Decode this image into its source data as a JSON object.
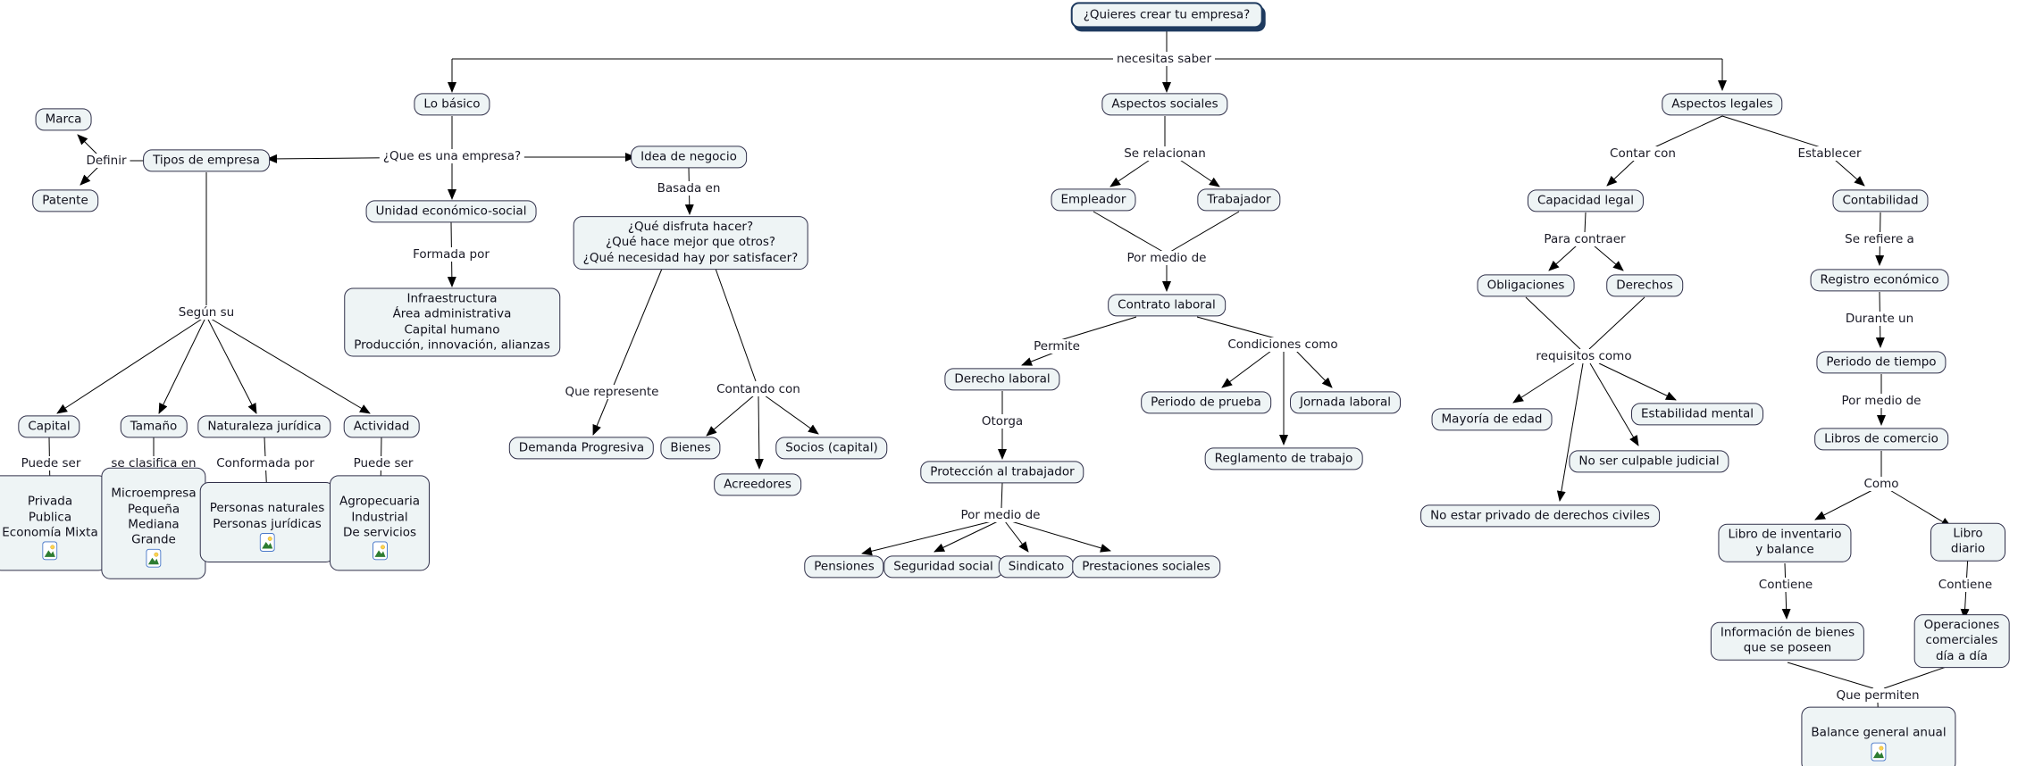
{
  "diagram": {
    "title": "¿Quieres crear tu empresa?",
    "nodes": {
      "lo_basico": "Lo básico",
      "marca": "Marca",
      "patente": "Patente",
      "tipos_empresa": "Tipos de empresa",
      "unidad_economico_social": "Unidad económico-social",
      "infraestructura": "Infraestructura\nÁrea administrativa\nCapital humano\nProducción, innovación, alianzas",
      "idea_negocio": "Idea de negocio",
      "preguntas": "¿Qué disfruta hacer?\n¿Qué hace mejor que otros?\n¿Qué necesidad hay por satisfacer?",
      "capital": "Capital",
      "tamano": "Tamaño",
      "naturaleza_juridica": "Naturaleza jurídica",
      "actividad": "Actividad",
      "capital_tipos": "Privada\nPublica\nEconomía Mixta",
      "tamano_tipos": "Microempresa\nPequeña\nMediana\nGrande",
      "personas_tipos": "Personas naturales\nPersonas jurídicas",
      "actividad_tipos": "Agropecuaria\nIndustrial\nDe servicios",
      "demanda_progresiva": "Demanda Progresiva",
      "bienes": "Bienes",
      "socios_capital": "Socios (capital)",
      "acreedores": "Acreedores",
      "aspectos_sociales": "Aspectos sociales",
      "empleador": "Empleador",
      "trabajador": "Trabajador",
      "contrato_laboral": "Contrato laboral",
      "derecho_laboral": "Derecho laboral",
      "periodo_prueba": "Periodo de prueba",
      "jornada_laboral": "Jornada laboral",
      "reglamento_trabajo": "Reglamento de trabajo",
      "proteccion_trabajador": "Protección al trabajador",
      "pensiones": "Pensiones",
      "seguridad_social": "Seguridad social",
      "sindicato": "Sindicato",
      "prestaciones_sociales": "Prestaciones sociales",
      "aspectos_legales": "Aspectos legales",
      "capacidad_legal": "Capacidad legal",
      "contabilidad": "Contabilidad",
      "obligaciones": "Obligaciones",
      "derechos": "Derechos",
      "registro_economico": "Registro económico",
      "periodo_tiempo": "Periodo de tiempo",
      "libros_comercio": "Libros de comercio",
      "mayoria_edad": "Mayoría de edad",
      "estabilidad_mental": "Estabilidad mental",
      "no_culpable_judicial": "No ser culpable judicial",
      "no_privado_derechos": "No estar privado de derechos civiles",
      "libro_inventario": "Libro de inventario\ny balance",
      "libro_diario": "Libro diario",
      "info_bienes": "Información de bienes\nque se poseen",
      "operaciones_comerciales": "Operaciones comerciales\ndía a día",
      "balance_general": "Balance general anual"
    },
    "links": {
      "necesitas_saber": "necesitas saber",
      "que_es_empresa": "¿Que es una empresa?",
      "definir": "Definir",
      "formada_por": "Formada por",
      "basada_en": "Basada en",
      "segun_su": "Según su",
      "puede_ser_1": "Puede ser",
      "se_clasifica_en": "se clasifica en",
      "conformada_por": "Conformada por",
      "puede_ser_2": "Puede ser",
      "que_represente": "Que represente",
      "contando_con": "Contando con",
      "se_relacionan": "Se relacionan",
      "por_medio_de_1": "Por medio de",
      "permite": "Permite",
      "condiciones_como": "Condiciones como",
      "otorga": "Otorga",
      "por_medio_de_2": "Por medio de",
      "contar_con": "Contar con",
      "establecer": "Establecer",
      "para_contraer": "Para contraer",
      "se_refiere_a": "Se refiere a",
      "requisitos_como": "requisitos como",
      "durante_un": "Durante un",
      "por_medio_de_3": "Por medio de",
      "como": "Como",
      "contiene_1": "Contiene",
      "contiene_2": "Contiene",
      "que_permiten": "Que permiten"
    },
    "colors": {
      "node_fill": "#eef4f5",
      "node_border": "#30304a",
      "title_shadow": "#1e3a5f",
      "line": "#000000"
    }
  }
}
